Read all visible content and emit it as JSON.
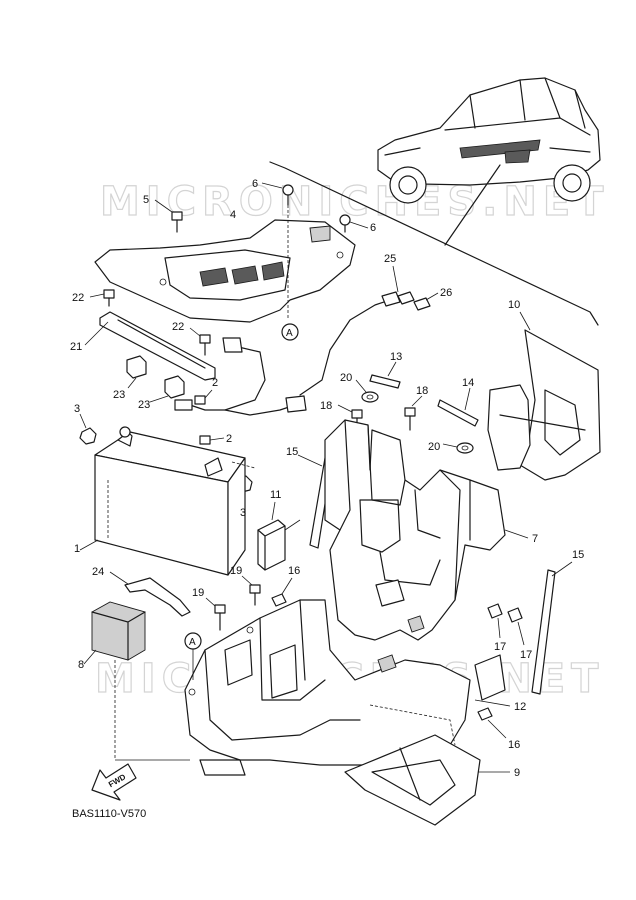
{
  "diagram": {
    "code": "BAS1110-V570",
    "watermark": "MICRONICHES.NET",
    "fwd_label": "FWD",
    "ref_marker": "A",
    "callouts": {
      "c1": "1",
      "c2a": "2",
      "c2b": "2",
      "c3a": "3",
      "c3b": "3",
      "c4": "4",
      "c5": "5",
      "c6a": "6",
      "c6b": "6",
      "c7": "7",
      "c8": "8",
      "c9": "9",
      "c10": "10",
      "c11": "11",
      "c12": "12",
      "c13": "13",
      "c14": "14",
      "c15a": "15",
      "c15b": "15",
      "c16a": "16",
      "c16b": "16",
      "c17a": "17",
      "c17b": "17",
      "c18a": "18",
      "c18b": "18",
      "c19a": "19",
      "c19b": "19",
      "c20a": "20",
      "c20b": "20",
      "c21": "21",
      "c22a": "22",
      "c22b": "22",
      "c23a": "23",
      "c23b": "23",
      "c24": "24",
      "c25": "25",
      "c26": "26"
    }
  }
}
